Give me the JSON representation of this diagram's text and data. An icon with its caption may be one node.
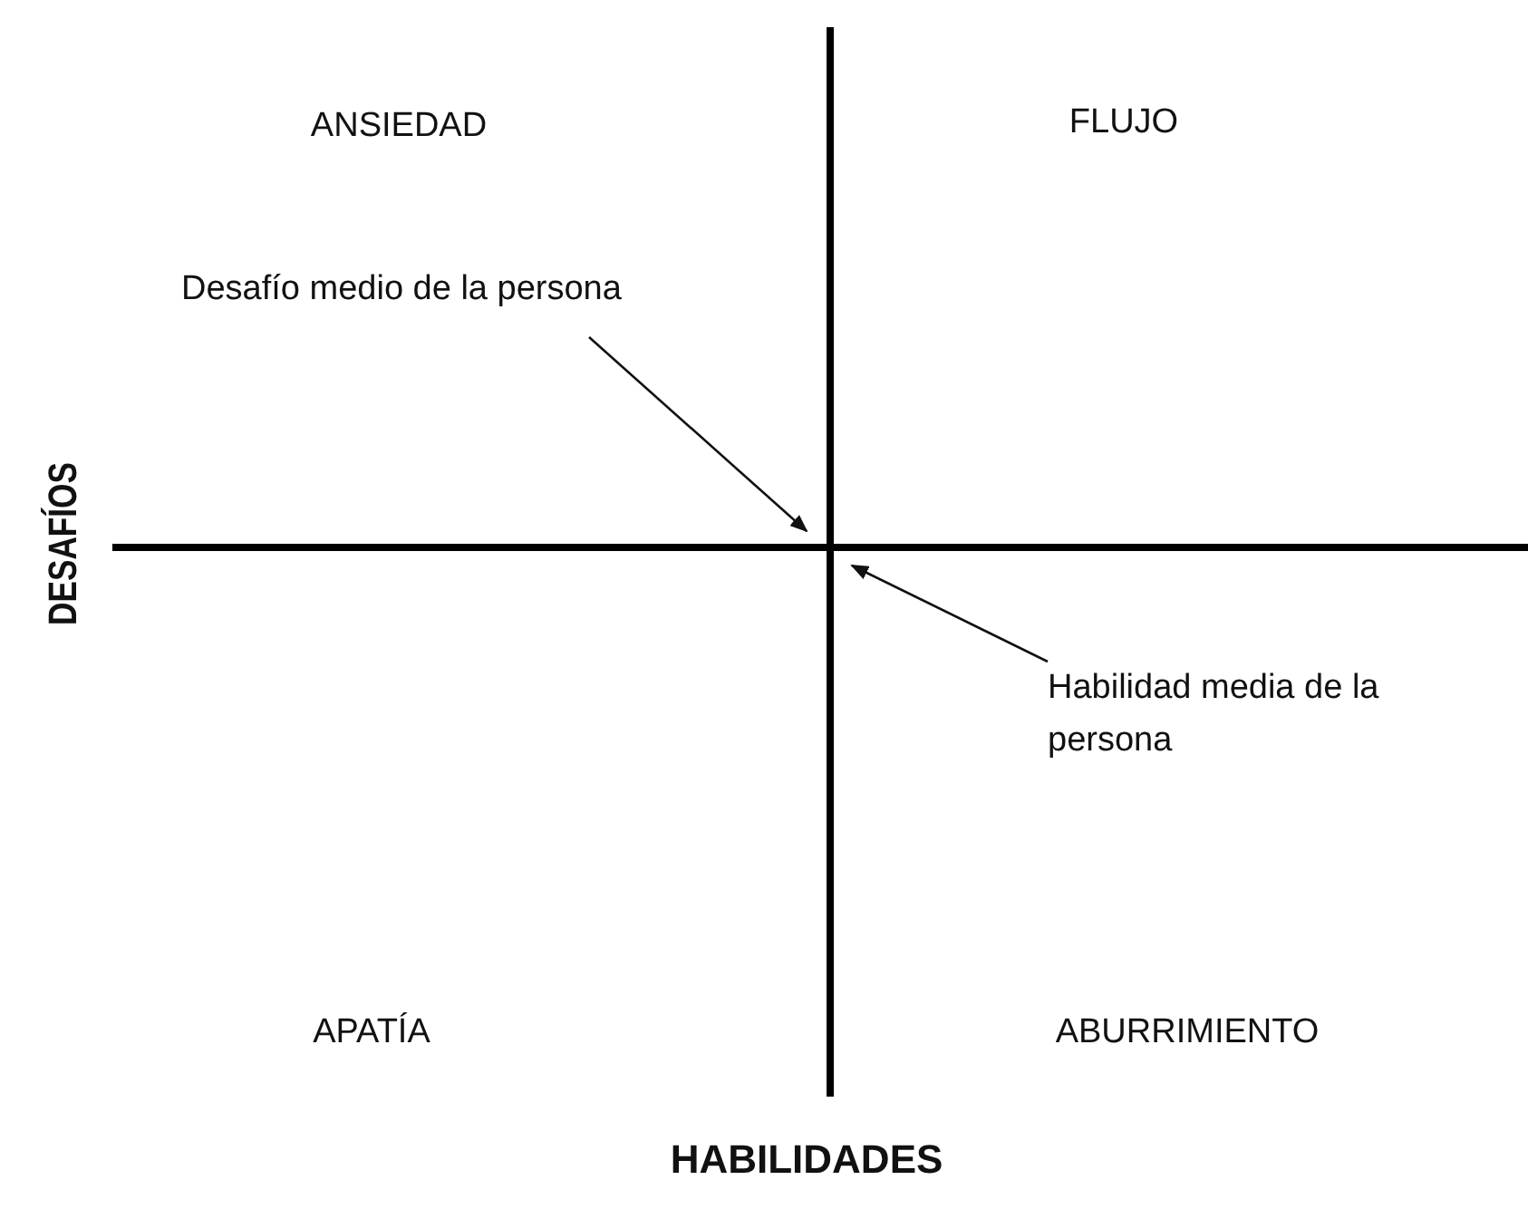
{
  "diagram": {
    "nodes": [
      {
        "text": [
          "Desafío medio de la persona"
        ]
      },
      {
        "text": [
          "Habilidad media de la persona"
        ]
      }
    ],
    "edges": [
      {
        "from": 0,
        "to": null,
        "arrow": "to"
      },
      {
        "from": 1,
        "to": null,
        "arrow": "to"
      }
    ],
    "labels": [
      "ANSIEDAD",
      "FLUJO",
      "DESAFÍOS",
      "APATÍA",
      "ABURRIMIENTO",
      "HABILIDADES"
    ]
  }
}
